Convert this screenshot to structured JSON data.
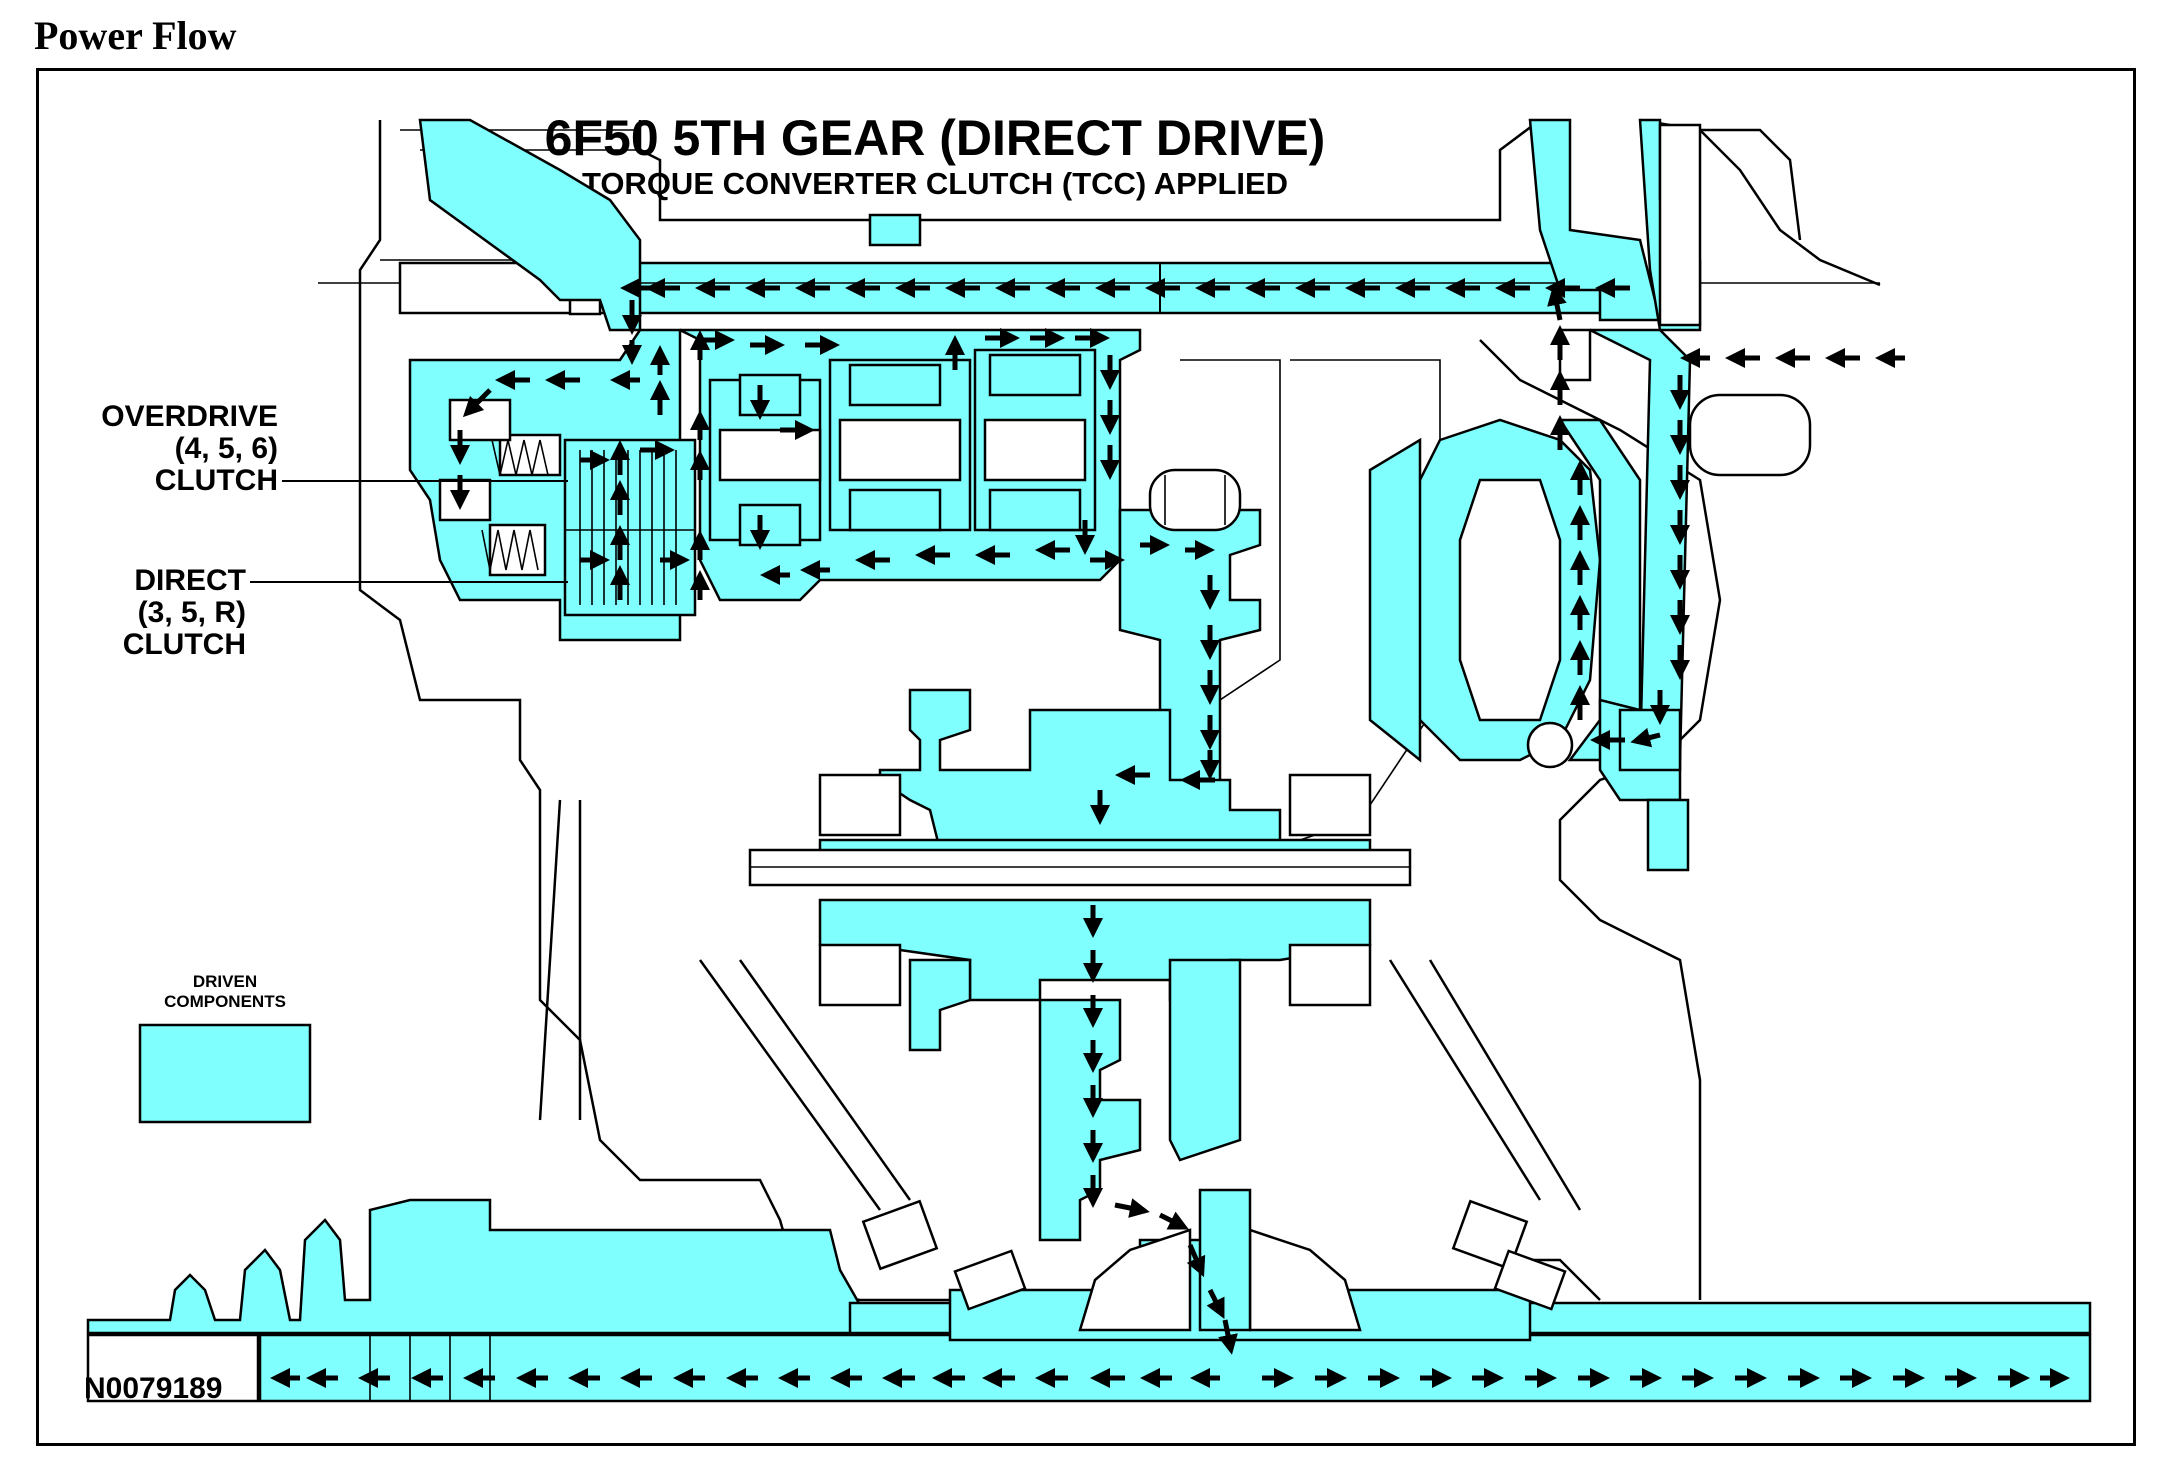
{
  "page_heading": "Power Flow",
  "diagram": {
    "title": "6F50 5TH GEAR (DIRECT DRIVE)",
    "subtitle": "TORQUE CONVERTER CLUTCH (TCC) APPLIED",
    "callouts": {
      "overdrive": [
        "OVERDRIVE",
        "(4, 5, 6)",
        "CLUTCH"
      ],
      "direct": [
        "DIRECT",
        "(3, 5, R)",
        "CLUTCH"
      ]
    },
    "legend": [
      "DRIVEN",
      "COMPONENTS"
    ],
    "figure_id": "N0079189"
  },
  "colors": {
    "driven": "#80ffff",
    "outline": "#000000",
    "background": "#ffffff"
  }
}
